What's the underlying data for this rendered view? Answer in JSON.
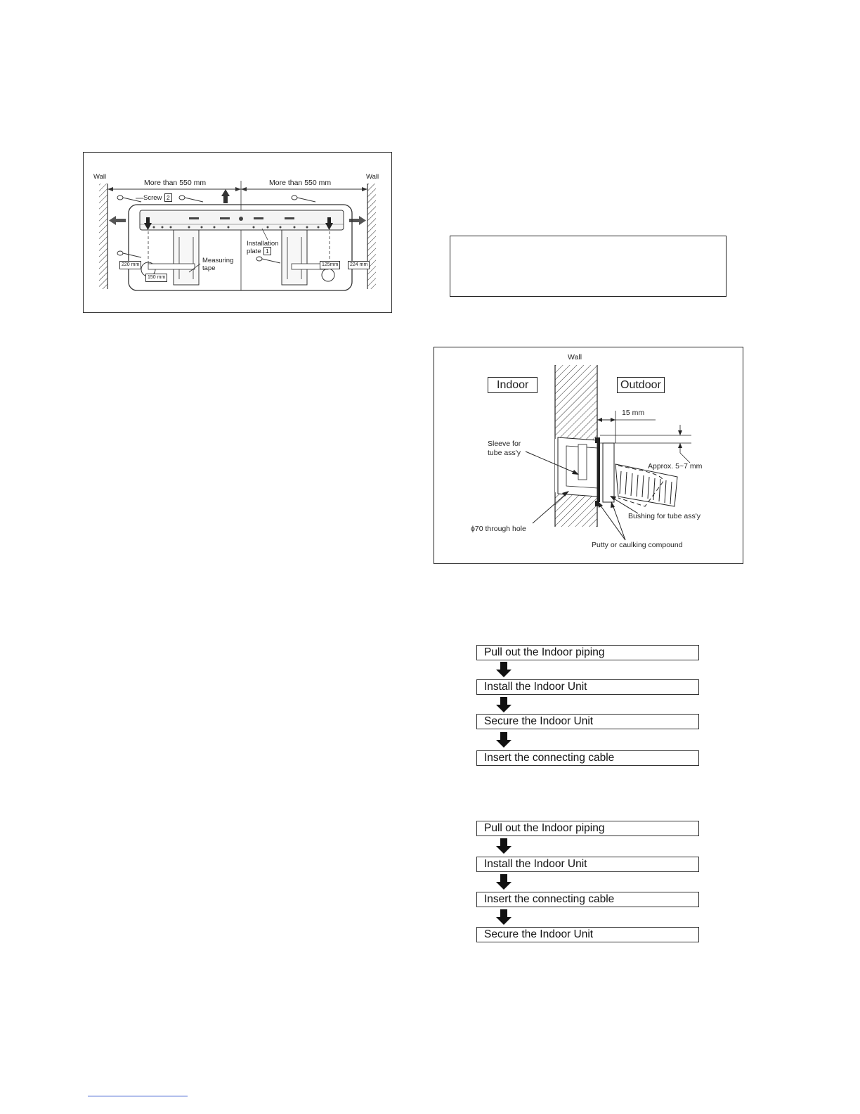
{
  "figure1": {
    "wall_left": "Wall",
    "wall_right": "Wall",
    "dim_left": "More than 550 mm",
    "dim_right": "More than 550 mm",
    "screw_label": "Screw",
    "screw_num": "2",
    "installation_label_1": "Installation",
    "installation_label_2": "plate",
    "installation_num": "1",
    "measuring_label_1": "Measuring",
    "measuring_label_2": "tape",
    "dim_220": "220 mm",
    "dim_150": "150 mm",
    "dim_125": "125mm",
    "dim_224": "224 mm"
  },
  "figure2": {
    "wall": "Wall",
    "indoor": "Indoor",
    "outdoor": "Outdoor",
    "dim_15": "15 mm",
    "sleeve_1": "Sleeve for",
    "sleeve_2": "tube ass'y",
    "approx": "Approx. 5~7 mm",
    "through_hole": "ϕ70 through hole",
    "bushing": "Bushing for tube ass'y",
    "putty": "Putty or caulking compound"
  },
  "flow1": [
    "Pull out the Indoor piping",
    "Install the Indoor Unit",
    "Secure the Indoor Unit",
    "Insert the connecting cable"
  ],
  "flow2": [
    "Pull out the Indoor piping",
    "Install the Indoor Unit",
    "Insert the connecting cable",
    "Secure the Indoor Unit"
  ]
}
